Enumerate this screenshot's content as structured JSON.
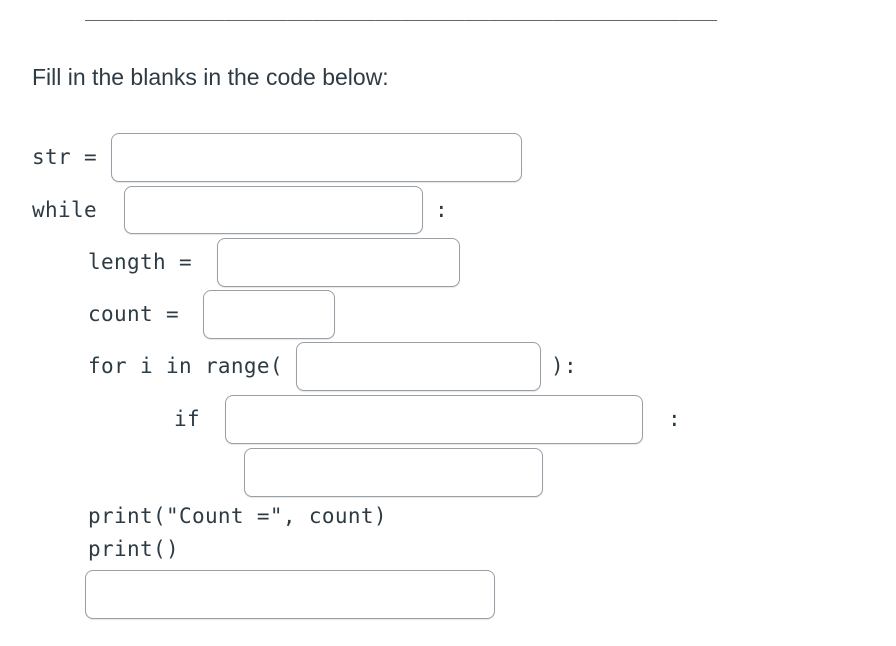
{
  "separator": "__________________________________________________",
  "prompt": "Fill in the blanks in the code below:",
  "code": {
    "rows": [
      {
        "label": "str =",
        "value": ""
      },
      {
        "label": "while",
        "suffix": ":",
        "value": ""
      },
      {
        "label": "length =",
        "value": ""
      },
      {
        "label": "count =",
        "value": ""
      },
      {
        "label": "for i in range(",
        "suffix": "):",
        "value": ""
      },
      {
        "label": "if",
        "suffix": ":",
        "value": ""
      },
      {
        "value": ""
      },
      {
        "text": "print(\"Count =\", count)"
      },
      {
        "text": "print()"
      },
      {
        "value": ""
      }
    ]
  }
}
